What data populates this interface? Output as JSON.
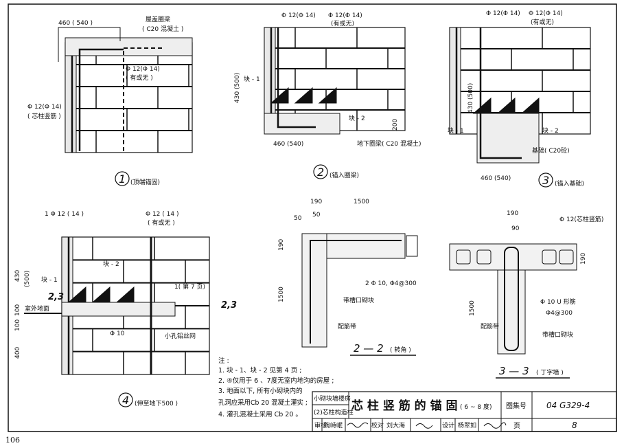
{
  "detail1": {
    "dim": "460 ( 540 )",
    "beam": "屋盖圈梁",
    "beam_conc": "( C20 混凝土 )",
    "bar_opt": "Φ 12(Φ 14)",
    "bar_opt_note": "( 有或无 )",
    "core_bar": "Φ 12(Φ 14)",
    "core_bar_note": "( 芯柱竖筋 )",
    "num": "1",
    "caption": "(顶端锚固)"
  },
  "detail2": {
    "bar_a": "Φ 12(Φ 14)",
    "bar_b": "Φ 12(Φ 14)",
    "bar_b_note": "(有或无)",
    "dim_v": "430 (500)",
    "block1": "块 - 1",
    "block2": "块 - 2",
    "dim_200": "200",
    "dim_h": "460 (540)",
    "beam": "地下圈梁( C20 混凝土)",
    "num": "2",
    "caption": "(锚入圈梁)"
  },
  "detail3": {
    "bar_a": "Φ 12(Φ 14)",
    "bar_b": "Φ 12(Φ 14)",
    "bar_b_note": "(有或无)",
    "dim_v": "430 (500)",
    "block1": "块 - 1",
    "block2": "块 - 2",
    "foundation": "基础( C20砼)",
    "dim_h": "460 (540)",
    "num": "3",
    "caption": "(锚入基础)"
  },
  "detail4": {
    "bar_a": "1 Φ 12 ( 14 )",
    "bar_b": "Φ 12 ( 14 )",
    "bar_b_note": "( 有或无 )",
    "block1": "块 - 1",
    "block2": "块 - 2",
    "ref": "1( 第 7 页)",
    "ground": "室外地面",
    "sec": "2,3",
    "sec_r": "2,3",
    "bar10": "Φ 10",
    "mesh": "小孔铅丝网",
    "dims": [
      "430",
      "(500)",
      "100",
      "100",
      "400"
    ],
    "num": "4",
    "caption": "(伸至地下500 )"
  },
  "section22": {
    "d190": "190",
    "d1500": "1500",
    "d50a": "50",
    "d50b": "50",
    "dv190": "190",
    "dv1500": "1500",
    "rebar": "2 Φ 10, Φ4@300",
    "block": "带槽口砌块",
    "band": "配筋带",
    "title": "2 — 2",
    "caption": "( 转角 )"
  },
  "section33": {
    "d190": "190",
    "d90": "90",
    "dv190": "190",
    "dv1500": "1500",
    "core": "Φ 12(芯柱竖筋)",
    "ubar": "Φ 10 U 形筋",
    "ubar2": "Φ4@300",
    "band": "配筋带",
    "block": "带槽口砌块",
    "title": "3 — 3",
    "caption": "( 丁字墙 )"
  },
  "notes": {
    "heading": "注 :",
    "items": [
      "1. 块 - 1、块 - 2 见第 4 页 ;",
      "2. ④仅用于 6 、7度无室内地沟的房屋 ;",
      "3. 地面以下, 所有小砌块内的",
      "   孔洞应采用Cb 20 混凝土灌实 ;",
      "4. 灌孔混凝土采用 Cb 20 。"
    ]
  },
  "titleblock": {
    "series1": "小砌块墙楼房",
    "series2": "(2)芯柱构造柱",
    "title": "芯 柱 竖 筋 的 锚 固",
    "title_sub": "( 6 ~ 8 度)",
    "atlas_label": "图集号",
    "atlas_no": "04 G329-4",
    "review": "审核",
    "reviewer": "陶峙岷",
    "check": "校对",
    "checker": "刘大海",
    "design": "设计",
    "designer": "杨翠如",
    "page_label": "页",
    "page_no": "8"
  },
  "page_number": "106"
}
